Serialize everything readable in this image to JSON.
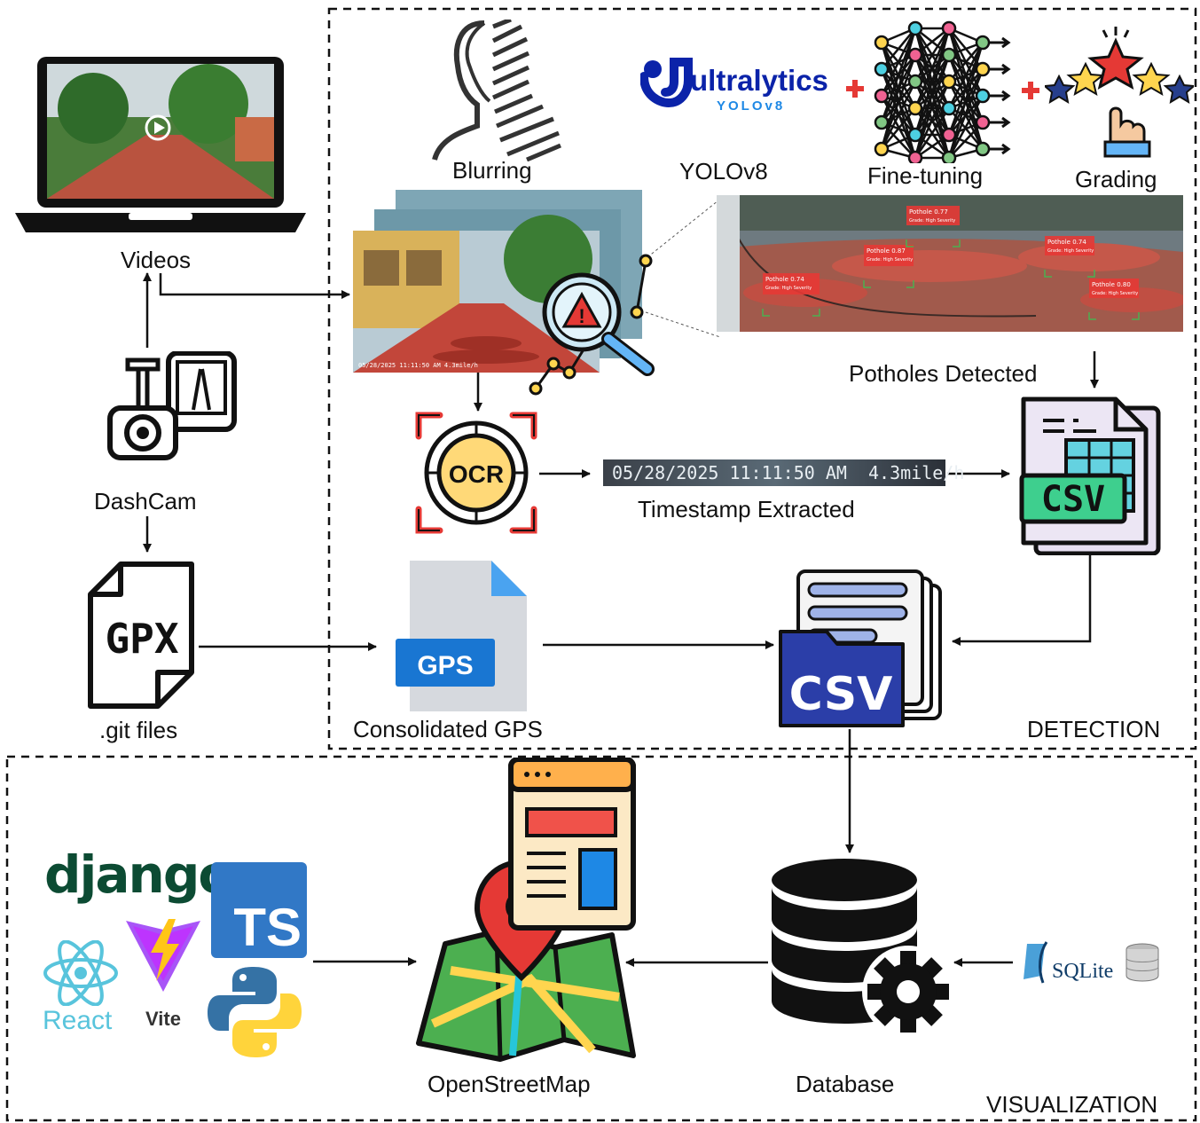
{
  "labels": {
    "videos": "Videos",
    "dashcam": "DashCam",
    "git_files": ".git files",
    "blurring": "Blurring",
    "yolov8": "YOLOv8",
    "fine_tuning": "Fine-tuning",
    "grading": "Grading",
    "potholes_detected": "Potholes Detected",
    "timestamp_extracted": "Timestamp Extracted",
    "consolidated_gps": "Consolidated GPS",
    "openstreetmap": "OpenStreetMap",
    "database": "Database"
  },
  "sections": {
    "detection": "DETECTION",
    "visualization": "VISUALIZATION"
  },
  "badges": {
    "ocr": "OCR",
    "gpx": "GPX",
    "gps": "GPS",
    "csv_detected": "CSV",
    "csv_merged": "CSV"
  },
  "timestamp_bar": "05/28/2025 11:11:50 AM  4.3mile/h",
  "frame_overlay": "05/28/2025 11:11:50 AM  4.3mile/h",
  "logos": {
    "ultralytics": "ultralytics",
    "ultralytics_sub": "YOLOv8",
    "django": "django",
    "typescript": "TS",
    "react": "React",
    "vite": "Vite",
    "sqlite": "SQLite"
  },
  "detections": [
    {
      "tag": "Pothole 0.74",
      "sub": "Grade: High Severity"
    },
    {
      "tag": "Pothole 0.87",
      "sub": "Grade: High Severity"
    },
    {
      "tag": "Pothole 0.77",
      "sub": "Grade: High Severity"
    },
    {
      "tag": "Pothole 0.74",
      "sub": "Grade: High Severity"
    },
    {
      "tag": "Pothole 0.80",
      "sub": "Grade: High Severity"
    }
  ],
  "colors": {
    "border": "#111111",
    "accent_red": "#e53935",
    "ultralytics_blue": "#0b23a9",
    "django_green": "#0c4b33",
    "ts_blue": "#3178c6",
    "react_cyan": "#58c4dc",
    "gps_blue": "#1976d2",
    "csv_green": "#3ecf8e",
    "csv_navy": "#2b3ea8",
    "road_red": "#c2463a"
  }
}
